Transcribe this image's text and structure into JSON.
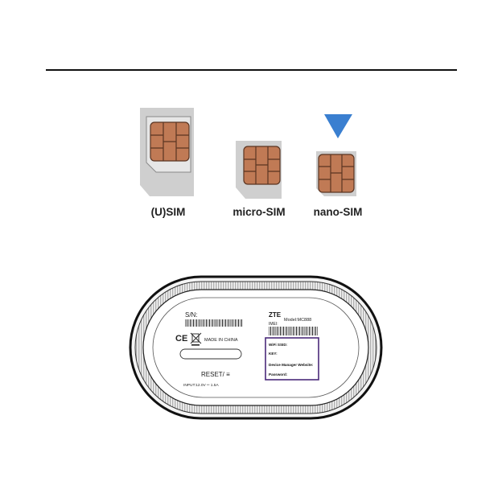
{
  "sim_cards": {
    "labels": [
      "(U)SIM",
      "micro-SIM",
      "nano-SIM"
    ],
    "selected_index": 2,
    "indicator": "down-triangle-icon",
    "colors": {
      "card": "#c8c8c8",
      "chip": "#c07a55",
      "indicator": "#3a7fd0"
    }
  },
  "device_label": {
    "sn_label": "S/N:",
    "brand": "ZTE",
    "model": "Model:MC888",
    "imei_label": "IMEI:",
    "made_in": "MADE IN CHINA",
    "ce_mark": "CE",
    "reset": "RESET/ ≡",
    "input_rating": "INPUT:12.0V ═ 1.5A",
    "info_box": {
      "wifi_ssid": "WiFi  SSID:",
      "key": "KEY:",
      "device_manager_website": "Device Manager Website:",
      "password": "Password:"
    },
    "colors": {
      "info_box_border": "#4a2a7a"
    }
  }
}
